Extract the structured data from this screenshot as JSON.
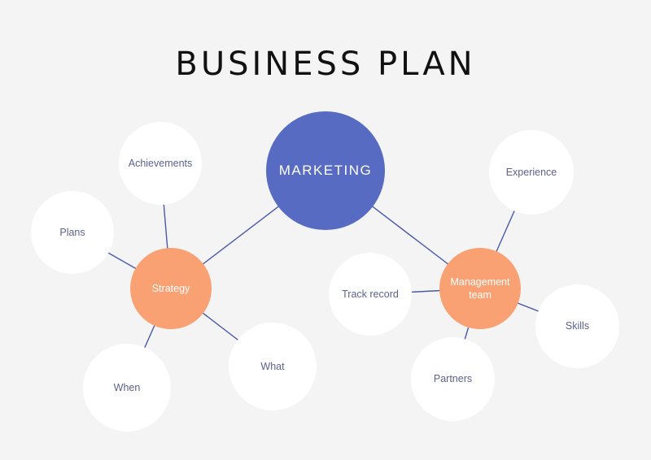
{
  "title": "BUSINESS PLAN",
  "colors": {
    "background": "#f4f4f4",
    "root": "#566bc1",
    "hub": "#f9a173",
    "leaf": "#ffffff",
    "edge": "#4a5aa8",
    "leaf_text": "#5b628f"
  },
  "nodes": {
    "marketing": "MARKETING",
    "strategy": "Strategy",
    "management_team": "Management team",
    "achievements": "Achievements",
    "plans": "Plans",
    "when": "When",
    "what": "What",
    "experience": "Experience",
    "track_record": "Track record",
    "partners": "Partners",
    "skills": "Skills"
  },
  "edges": [
    [
      "marketing",
      "strategy"
    ],
    [
      "marketing",
      "management_team"
    ],
    [
      "strategy",
      "achievements"
    ],
    [
      "strategy",
      "plans"
    ],
    [
      "strategy",
      "when"
    ],
    [
      "strategy",
      "what"
    ],
    [
      "management_team",
      "experience"
    ],
    [
      "management_team",
      "track_record"
    ],
    [
      "management_team",
      "partners"
    ],
    [
      "management_team",
      "skills"
    ]
  ]
}
